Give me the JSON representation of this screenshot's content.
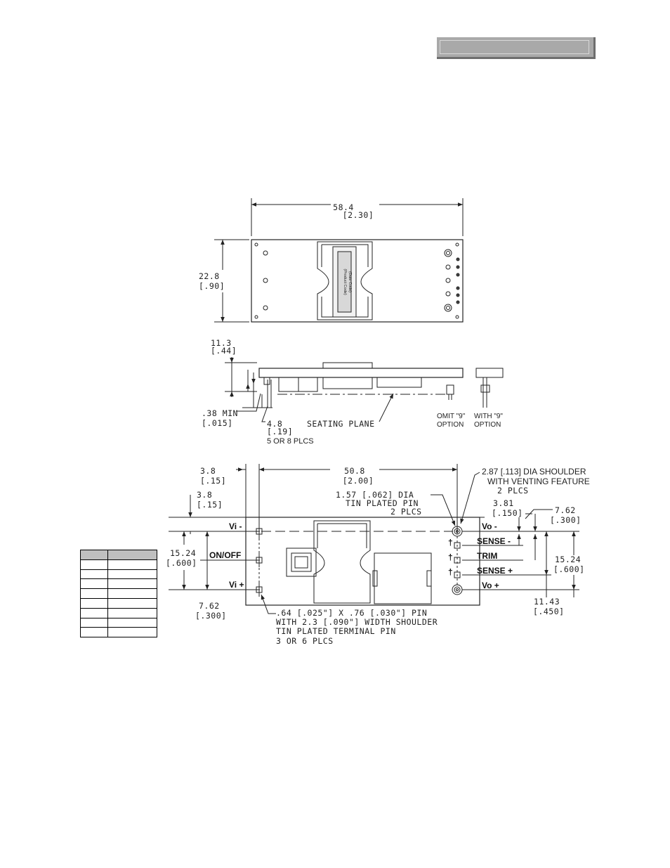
{
  "top_view": {
    "width_dim": "58.4",
    "width_dim_in": "[2.30]",
    "height_dim": "22.8",
    "height_dim_in": "[.90]",
    "label_code_1": "(Product Code)",
    "label_code_2": "(Date Code)"
  },
  "side_view": {
    "height_dim": "11.3",
    "height_dim_in": "[.44]",
    "min_dim": ".38 MIN",
    "min_dim_in": "[.015]",
    "pin_len": "4.8",
    "pin_len_in": "[.19]",
    "pin_count": "5 OR 8 PLCS",
    "seating_plane": "SEATING PLANE",
    "omit_line1": "OMIT \"9\"",
    "omit_line2": "OPTION",
    "with_line1": "WITH \"9\"",
    "with_line2": "OPTION"
  },
  "bottom_view": {
    "left_offset": "3.8",
    "left_offset_in": "[.15]",
    "top_offset": "3.8",
    "top_offset_in": "[.15]",
    "pin_span": "50.8",
    "pin_span_in": "[2.00]",
    "shoulder_note_1": "2.87 [.113] DIA SHOULDER",
    "shoulder_note_2": "WITH VENTING FEATURE",
    "shoulder_note_3": "2 PLCS",
    "pin_note_1": "1.57 [.062] DIA",
    "pin_note_2": "TIN PLATED PIN",
    "pin_note_3": "2 PLCS",
    "dim_381": "3.81",
    "dim_381_in": "[.150]",
    "dim_762_r": "7.62",
    "dim_762_r_in": "[.300]",
    "dim_1524_l": "15.24",
    "dim_1524_l_in": "[.600]",
    "dim_1524_r": "15.24",
    "dim_1524_r_in": "[.600]",
    "dim_762_l": "7.62",
    "dim_762_l_in": "[.300]",
    "dim_1143": "11.43",
    "dim_1143_in": "[.450]",
    "term_note_1": ".64 [.025\"] X .76 [.030\"] PIN",
    "term_note_2": "WITH 2.3 [.090\"] WIDTH SHOULDER",
    "term_note_3": "TIN PLATED TERMINAL PIN",
    "term_note_4": "3 OR 6 PLCS"
  },
  "pins": {
    "vi_minus": "Vi -",
    "on_off": "ON/OFF",
    "vi_plus": "Vi +",
    "vo_minus": "Vo -",
    "sense_minus": "SENSE -",
    "trim": "TRIM",
    "sense_plus": "SENSE +",
    "vo_plus": "Vo +",
    "dagger": "†"
  }
}
